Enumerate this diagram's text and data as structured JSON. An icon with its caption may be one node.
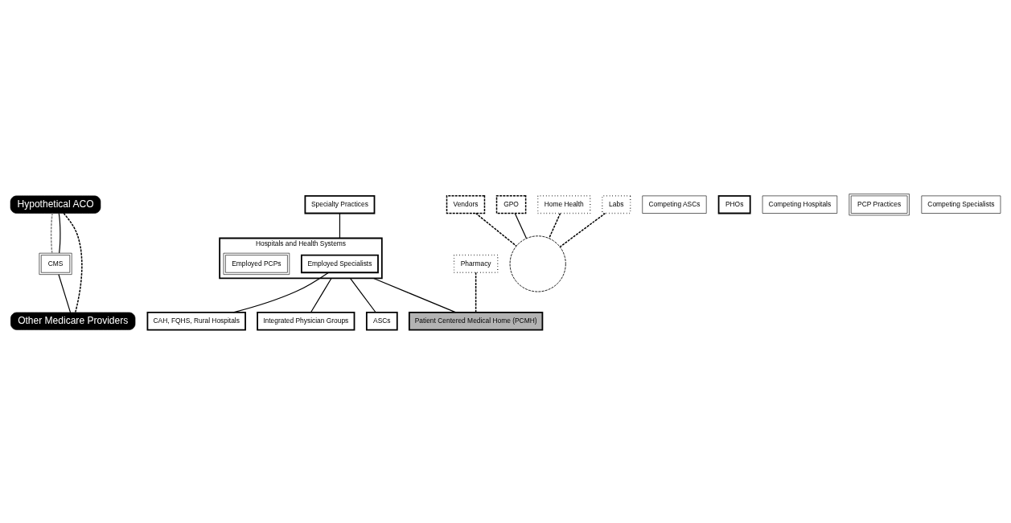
{
  "diagram": {
    "nodes": [
      {
        "text": [
          "Hypothetical ACO"
        ]
      },
      {
        "text": [
          "CMS"
        ]
      },
      {
        "text": [
          "Specialty Practices"
        ]
      },
      {
        "text": [
          "Other Medicare Providers"
        ]
      },
      {
        "text": [
          "Vendors"
        ]
      },
      {
        "text": [
          "GPO"
        ]
      },
      {
        "text": [
          "Hospitals and Health Systems"
        ]
      },
      {
        "text": [
          "Employed Specialists"
        ],
        "in": 6
      },
      {
        "text": [
          "Employed PCPs"
        ],
        "in": 6
      },
      {
        "text": [
          "CAH, FQHS, Rural Hospitals"
        ]
      },
      {
        "text": [
          "Home Health"
        ]
      },
      {
        "text": [
          "Competing ASCs"
        ]
      },
      {
        "text": [
          "PHOs"
        ]
      },
      {
        "text": [
          "Labs"
        ]
      },
      {
        "text": [
          "Competing Hospitals"
        ]
      },
      {
        "text": [
          "Integrated Physician Groups"
        ]
      },
      {
        "text": [
          "PCP Practices"
        ]
      },
      {
        "text": [
          "Pharmacy"
        ]
      },
      {
        "text": [
          "ASCs"
        ]
      },
      {
        "text": [
          "Patient Centered Medical Home (PCMH)"
        ]
      },
      {
        "text": [
          "Competing Specialists"
        ]
      },
      {
        "text": [],
        "shape": "circle"
      }
    ],
    "edges": [
      {
        "from": 0,
        "to": 1,
        "arrow": "none",
        "style": "dashed",
        "color": "#808080"
      },
      {
        "from": 0,
        "to": 1,
        "arrow": "none"
      },
      {
        "from": 0,
        "to": 3,
        "arrow": "none",
        "style": "dashed"
      },
      {
        "from": 1,
        "to": 3,
        "arrow": "none"
      },
      {
        "from": 2,
        "to": 6,
        "arrow": "none"
      },
      {
        "from": 4,
        "to": 21,
        "arrow": "none",
        "style": "dashed"
      },
      {
        "from": 5,
        "to": 21,
        "arrow": "none"
      },
      {
        "from": 7,
        "to": 9,
        "arrow": "none"
      },
      {
        "from": 10,
        "to": 21,
        "arrow": "none",
        "style": "dashed"
      },
      {
        "from": 13,
        "to": 21,
        "arrow": "none",
        "style": "dashed"
      },
      {
        "from": 6,
        "to": 15,
        "arrow": "none"
      },
      {
        "from": 6,
        "to": 18,
        "arrow": "none"
      },
      {
        "from": 6,
        "to": 19,
        "arrow": "none"
      },
      {
        "from": 17,
        "to": 19,
        "arrow": "none",
        "style": "dashed"
      }
    ]
  }
}
